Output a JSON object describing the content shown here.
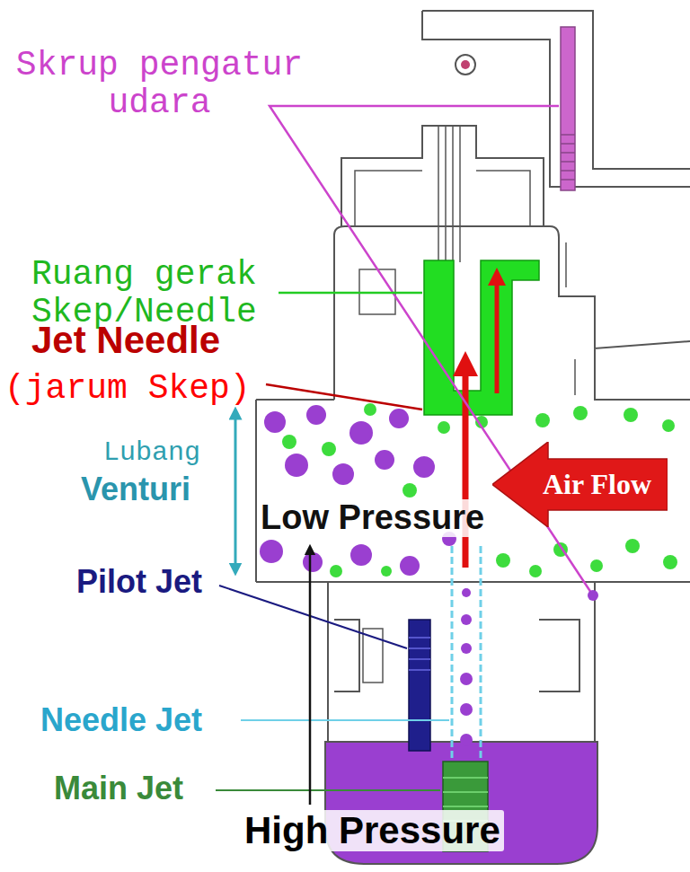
{
  "diagram": {
    "nodes": [
      {
        "text": [
          "Air Flow"
        ]
      }
    ],
    "labels": [
      "Skrup pengatur udara",
      "Ruang gerak Skep/Needle",
      "Jet Needle",
      "(jarum Skep)",
      "Lubang",
      "Venturi",
      "Low Pressure",
      "Pilot Jet",
      "Needle Jet",
      "Main Jet",
      "High Pressure"
    ]
  }
}
